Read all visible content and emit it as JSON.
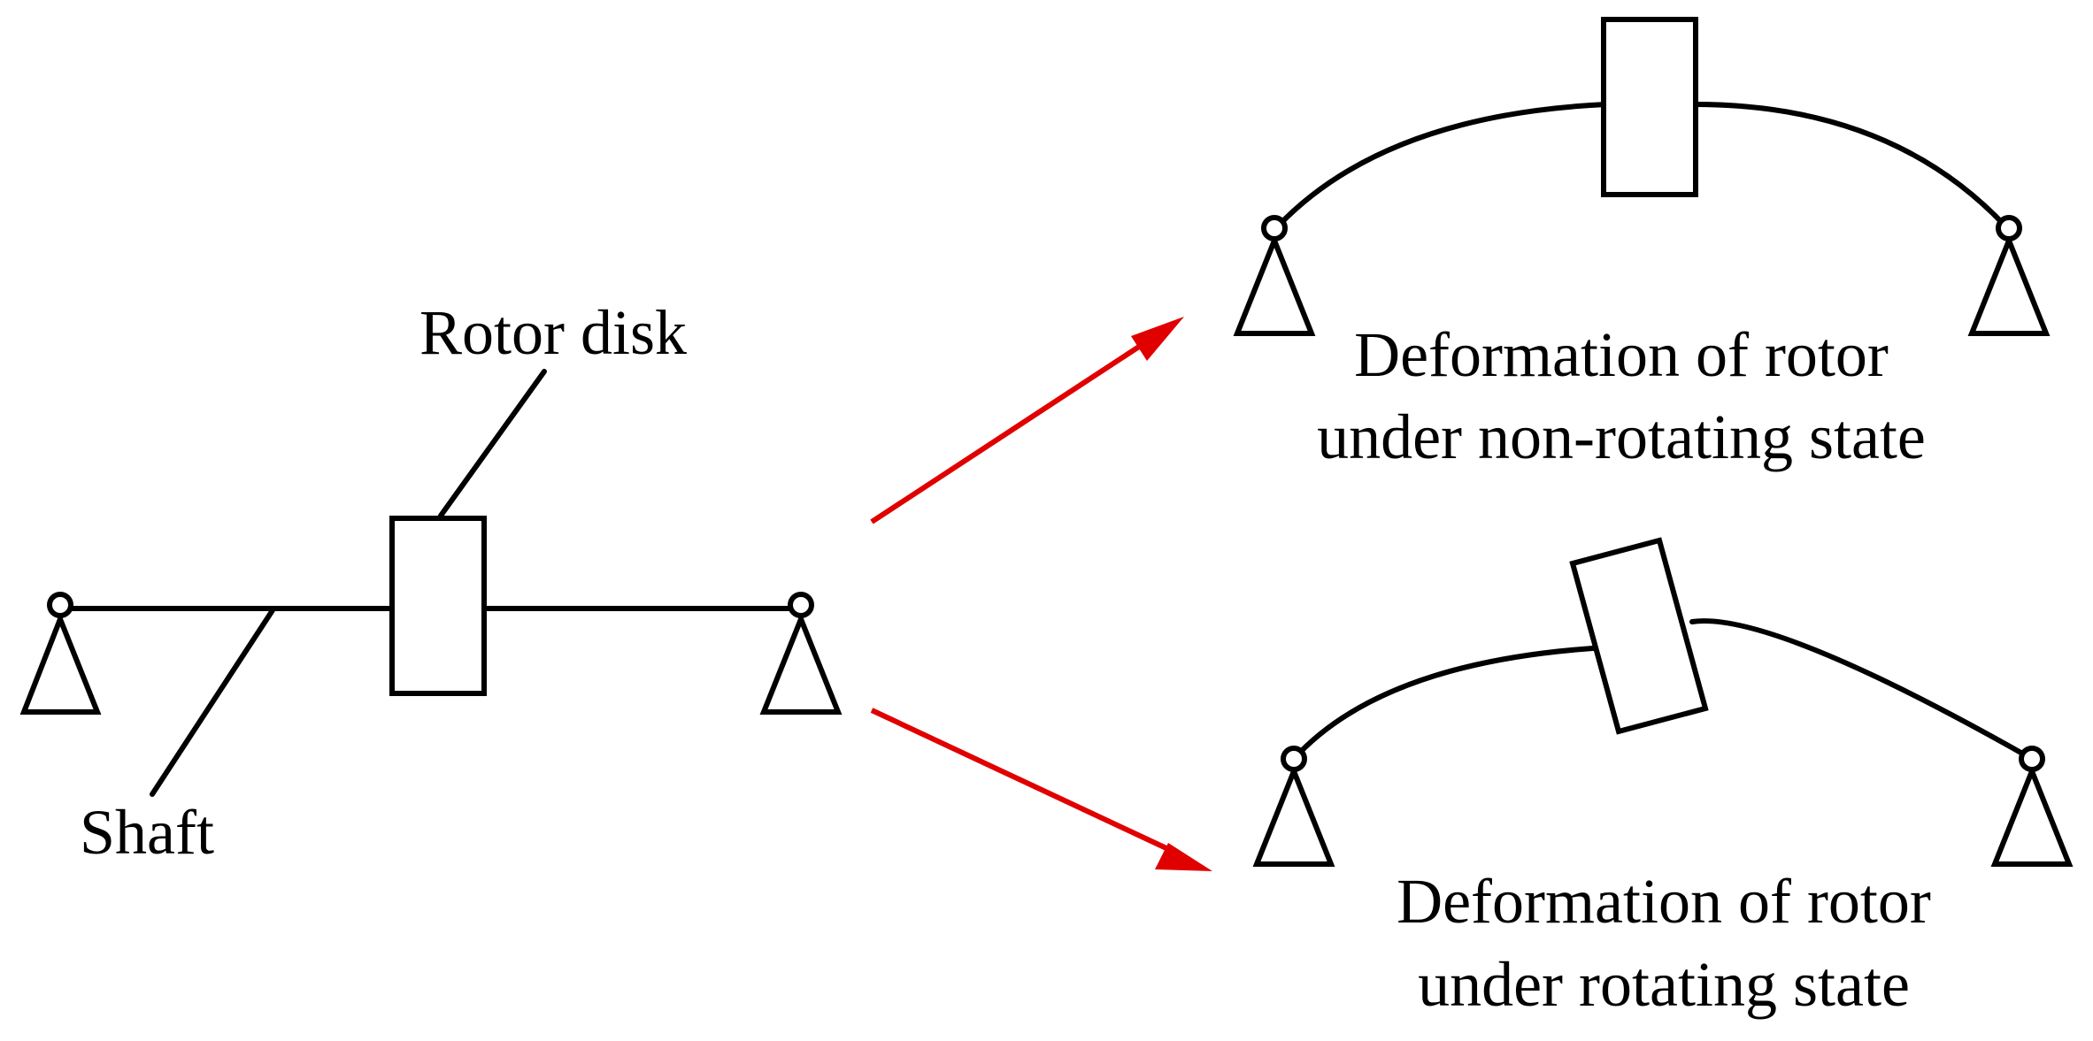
{
  "labels": {
    "rotor_disk": "Rotor disk",
    "shaft": "Shaft",
    "non_rotating_line1": "Deformation of rotor",
    "non_rotating_line2": "under non-rotating state",
    "rotating_line1": "Deformation of rotor",
    "rotating_line2": "under rotating state"
  },
  "colors": {
    "arrow": "#e00000",
    "line": "#000000"
  }
}
